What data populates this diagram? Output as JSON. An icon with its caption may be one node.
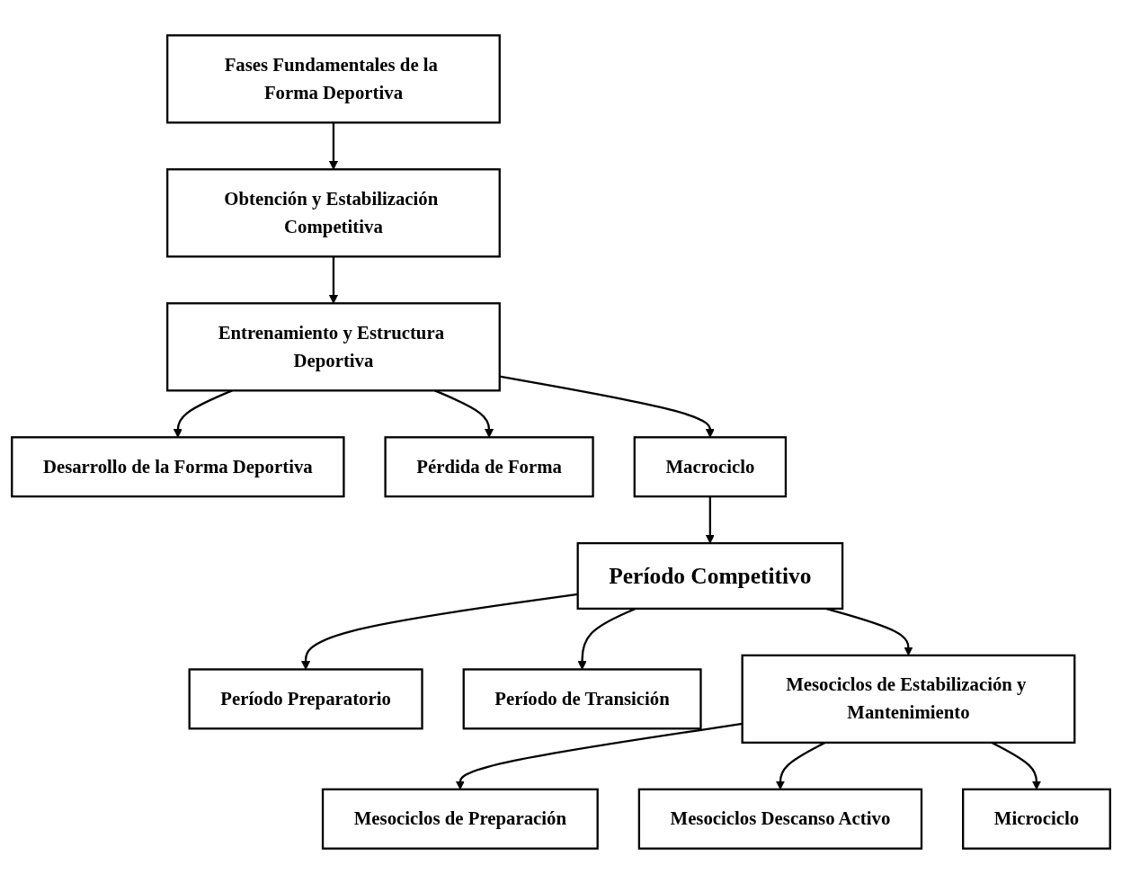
{
  "diagram": {
    "nodes": [
      {
        "text": [
          "Fases Fundamentales de la Forma Deportiva"
        ]
      },
      {
        "text": [
          "Obtención y Estabilización Competitiva"
        ]
      },
      {
        "text": [
          "Desarrollo de la Forma Deportiva"
        ]
      },
      {
        "text": [
          "Entrenamiento y Estructura Deportiva"
        ]
      },
      {
        "text": [
          "Pérdida de Forma"
        ]
      },
      {
        "text": [
          "Macrociclo"
        ]
      },
      {
        "text": [
          "Período Preparatorio"
        ]
      },
      {
        "text": [
          "Período Competitivo"
        ]
      },
      {
        "text": [
          "Período de Transición"
        ]
      },
      {
        "text": [
          "Mesociclos de Preparación"
        ]
      },
      {
        "text": [
          "Mesociclos de Estabilización y Mantenimiento"
        ]
      },
      {
        "text": [
          "Mesociclos Descanso Activo"
        ]
      },
      {
        "text": [
          "Microciclo"
        ]
      }
    ],
    "edges": [
      {
        "from": 0,
        "to": 1,
        "arrow": "to"
      },
      {
        "from": 1,
        "to": 3,
        "arrow": "to"
      },
      {
        "from": 3,
        "to": 2,
        "arrow": "to"
      },
      {
        "from": 3,
        "to": 4,
        "arrow": "to"
      },
      {
        "from": 3,
        "to": 5,
        "arrow": "to"
      },
      {
        "from": 5,
        "to": 7,
        "arrow": "to"
      },
      {
        "from": 7,
        "to": 6,
        "arrow": "to"
      },
      {
        "from": 7,
        "to": 8,
        "arrow": "to"
      },
      {
        "from": 7,
        "to": 10,
        "arrow": "to"
      },
      {
        "from": 10,
        "to": 9,
        "arrow": "to"
      },
      {
        "from": 10,
        "to": 11,
        "arrow": "to"
      },
      {
        "from": 10,
        "to": 12,
        "arrow": "to"
      }
    ]
  }
}
